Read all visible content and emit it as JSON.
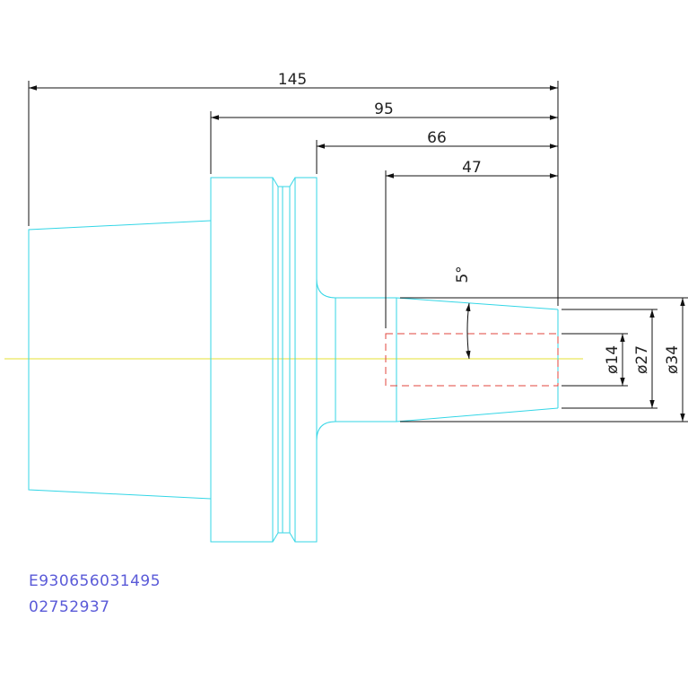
{
  "colors": {
    "outline": "#33d6e6",
    "dimension": "#111111",
    "centerline": "#e6e033",
    "hidden_bore": "#e0463c",
    "code_text": "#5a5ad8"
  },
  "dimensions": {
    "d145": "145",
    "d95": "95",
    "d66": "66",
    "d47": "47",
    "angle": "5°",
    "dia14": "ø14",
    "dia27": "ø27",
    "dia34": "ø34"
  },
  "part_codes": {
    "line1": "E930656031495",
    "line2": "02752937"
  }
}
